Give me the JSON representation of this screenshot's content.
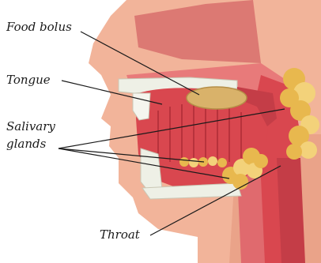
{
  "labels": {
    "food_bolus": "Food bolus",
    "tongue": "Tongue",
    "salivary_line1": "Salivary",
    "salivary_line2": "glands",
    "throat": "Throat"
  },
  "colors": {
    "skin": "#f2b49a",
    "skin_shadow": "#e4967c",
    "tissue": "#d9474f",
    "tissue_dark": "#b8323c",
    "nasal_cavity": "#e87a7a",
    "bone": "#eef0e6",
    "bolus": "#d9b26a",
    "gland": "#e8b84e",
    "gland_light": "#f3d27a",
    "leader_line": "#1a1a1a"
  }
}
